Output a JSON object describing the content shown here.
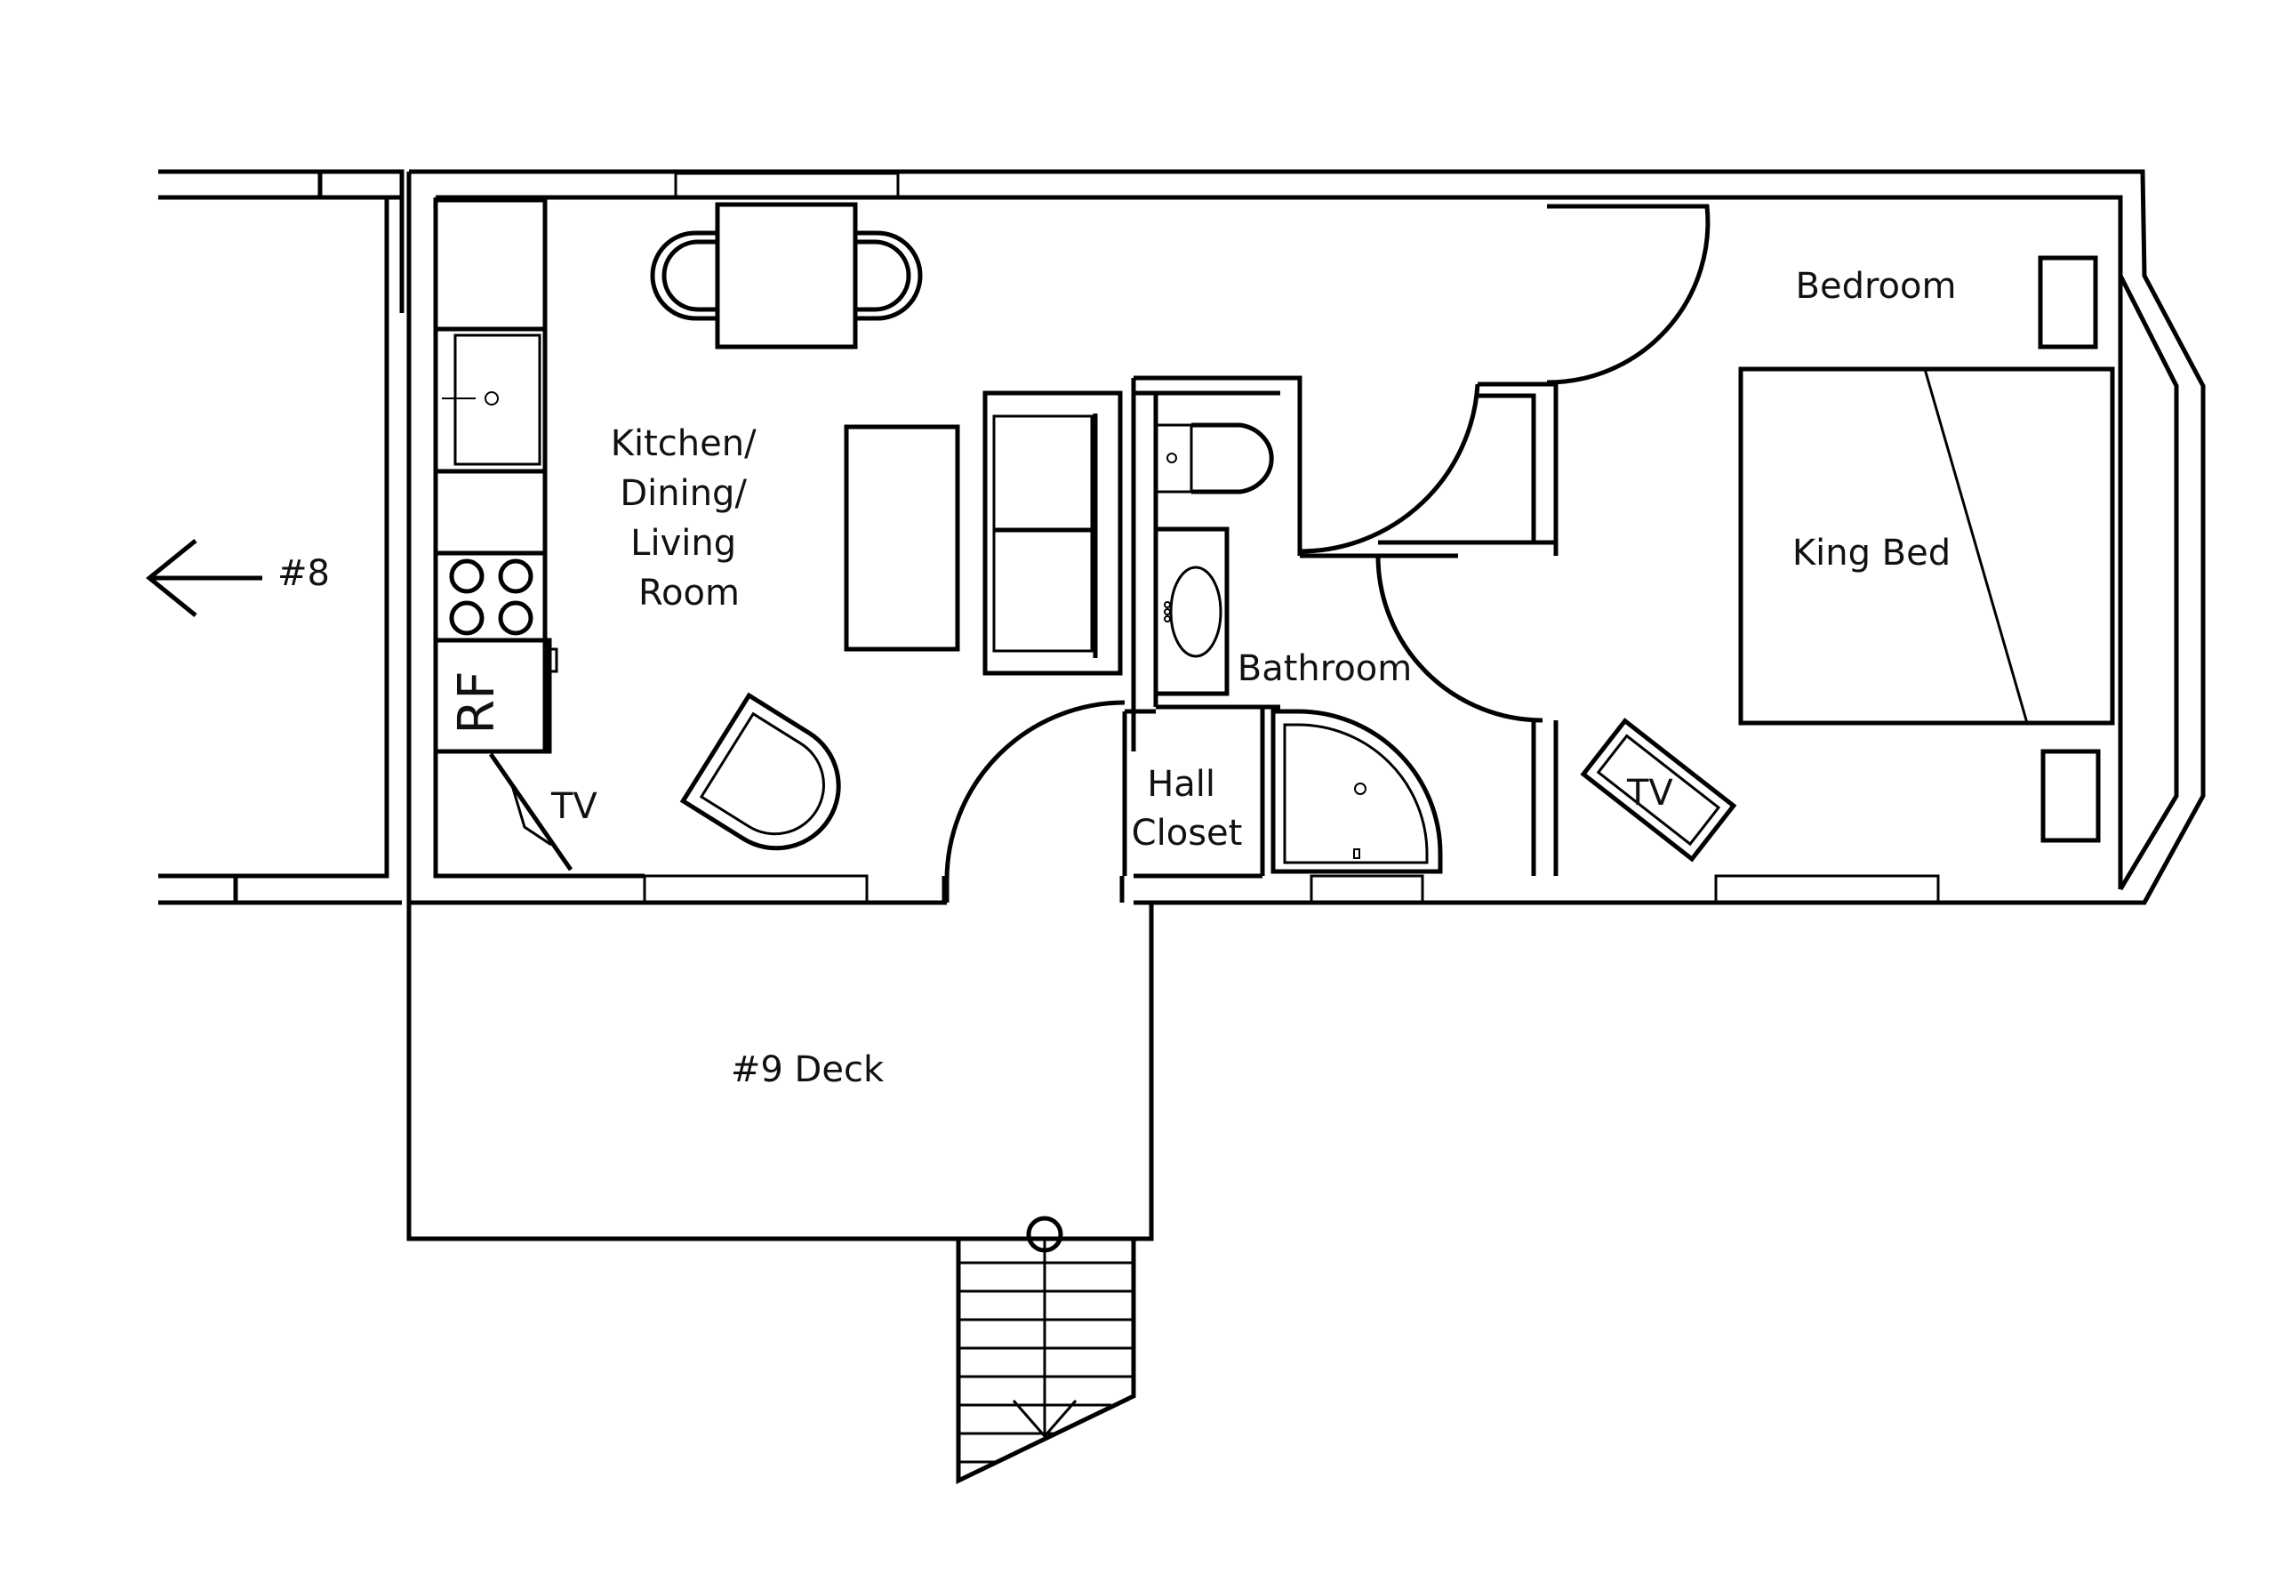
{
  "labels": {
    "kitchen": [
      "Kitchen/",
      "Dining/",
      "Living",
      "Room"
    ],
    "bedroom": "Bedroom",
    "king_bed": "King Bed",
    "bathroom": "Bathroom",
    "hall_closet": [
      "Hall",
      "Closet"
    ],
    "tv_living": "TV",
    "tv_bedroom": "TV",
    "neighbor_unit": "#8",
    "deck": "#9 Deck",
    "fridge": "RF"
  }
}
